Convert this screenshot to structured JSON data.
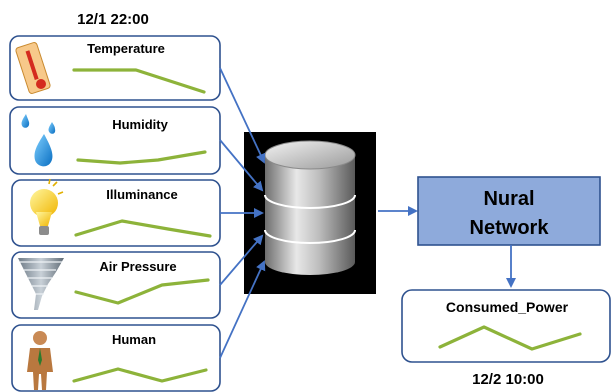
{
  "timestamps": {
    "start": "12/1  22:00",
    "end": "12/2  10:00"
  },
  "sensors": [
    {
      "label": "Temperature",
      "icon": "thermometer-icon"
    },
    {
      "label": "Humidity",
      "icon": "water-drops-icon"
    },
    {
      "label": "Illuminance",
      "icon": "light-bulb-icon"
    },
    {
      "label": "Air Pressure",
      "icon": "tornado-icon"
    },
    {
      "label": "Human",
      "icon": "person-icon"
    }
  ],
  "database": {
    "icon": "database-cylinder-icon"
  },
  "network": {
    "line1": "Nural",
    "line2": "Network"
  },
  "output": {
    "label": "Consumed_Power"
  },
  "colors": {
    "border": "#2f528f",
    "arrow": "#4472c4",
    "wave": "#8db33a",
    "network_fill": "#8eaadb",
    "database_bg": "#000000"
  }
}
